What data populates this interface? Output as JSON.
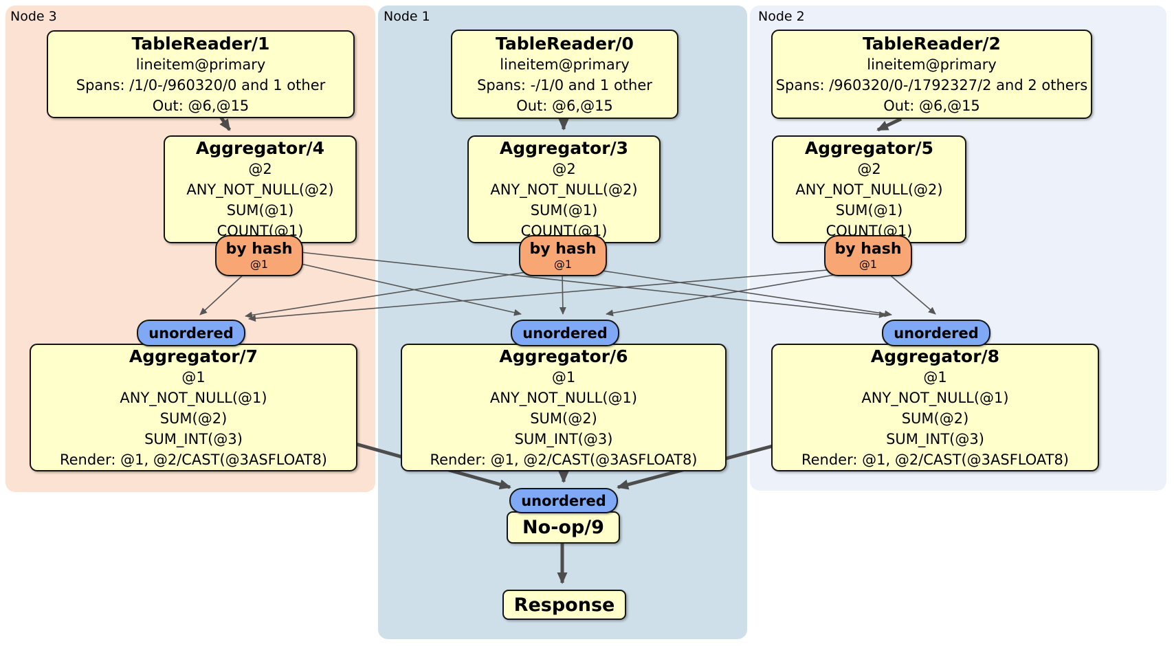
{
  "diagram_type": "distsql-plan",
  "nodes": [
    {
      "label": "Node 3",
      "table_reader": {
        "title": "TableReader/1",
        "details": [
          "lineitem@primary",
          "Spans: /1/0-/960320/0 and 1 other",
          "Out: @6,@15"
        ]
      },
      "stage1_aggregator": {
        "title": "Aggregator/4",
        "details": [
          "@2",
          "ANY_NOT_NULL(@2)",
          "SUM(@1)",
          "COUNT(@1)"
        ]
      },
      "router": {
        "label": "by hash",
        "key": "@1"
      },
      "sync": {
        "label": "unordered"
      },
      "stage2_aggregator": {
        "title": "Aggregator/7",
        "details": [
          "@1",
          "ANY_NOT_NULL(@1)",
          "SUM(@2)",
          "SUM_INT(@3)",
          "Render: @1, @2/CAST(@3ASFLOAT8)"
        ]
      }
    },
    {
      "label": "Node 1",
      "table_reader": {
        "title": "TableReader/0",
        "details": [
          "lineitem@primary",
          "Spans: -/1/0 and 1 other",
          "Out: @6,@15"
        ]
      },
      "stage1_aggregator": {
        "title": "Aggregator/3",
        "details": [
          "@2",
          "ANY_NOT_NULL(@2)",
          "SUM(@1)",
          "COUNT(@1)"
        ]
      },
      "router": {
        "label": "by hash",
        "key": "@1"
      },
      "sync": {
        "label": "unordered"
      },
      "stage2_aggregator": {
        "title": "Aggregator/6",
        "details": [
          "@1",
          "ANY_NOT_NULL(@1)",
          "SUM(@2)",
          "SUM_INT(@3)",
          "Render: @1, @2/CAST(@3ASFLOAT8)"
        ]
      }
    },
    {
      "label": "Node 2",
      "table_reader": {
        "title": "TableReader/2",
        "details": [
          "lineitem@primary",
          "Spans: /960320/0-/1792327/2 and 2 others",
          "Out: @6,@15"
        ]
      },
      "stage1_aggregator": {
        "title": "Aggregator/5",
        "details": [
          "@2",
          "ANY_NOT_NULL(@2)",
          "SUM(@1)",
          "COUNT(@1)"
        ]
      },
      "router": {
        "label": "by hash",
        "key": "@1"
      },
      "sync": {
        "label": "unordered"
      },
      "stage2_aggregator": {
        "title": "Aggregator/8",
        "details": [
          "@1",
          "ANY_NOT_NULL(@1)",
          "SUM(@2)",
          "SUM_INT(@3)",
          "Render: @1, @2/CAST(@3ASFLOAT8)"
        ]
      }
    }
  ],
  "final": {
    "sync": {
      "label": "unordered"
    },
    "noop": {
      "title": "No-op/9"
    },
    "response": {
      "title": "Response"
    }
  },
  "colors": {
    "node3_bg": "#fce2d2",
    "node1_bg": "#cedfea",
    "node2_bg": "#ecf1fa",
    "processor_fill": "#ffffcc",
    "router_fill": "#f8a673",
    "sync_fill": "#7fa8f5",
    "edge": "#4d4d4d",
    "border": "#141414"
  }
}
